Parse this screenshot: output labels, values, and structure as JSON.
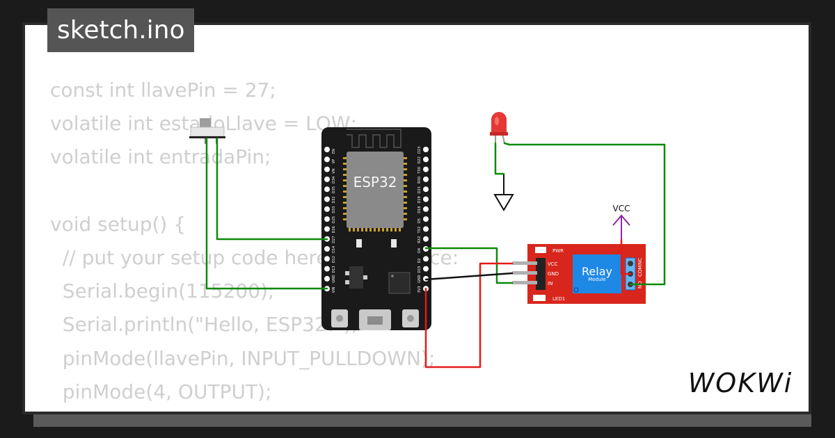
{
  "tab": {
    "filename": "sketch.ino"
  },
  "code_lines": [
    "const int llavePin = 27;",
    "volatile int estadoLlave = LOW;",
    "volatile int entradaPin;",
    "",
    "void setup() {",
    "  // put your setup code here, to run once:",
    "  Serial.begin(115200);",
    "  Serial.println(\"Hello, ESP32!\");",
    "  pinMode(llavePin, INPUT_PULLDOWN);",
    "  pinMode(4, OUTPUT);",
    "}"
  ],
  "board": {
    "name": "ESP32",
    "left_pins": [
      "EN",
      "VP",
      "VN",
      "D34",
      "D35",
      "D32",
      "D33",
      "D25",
      "D26",
      "D27",
      "D14",
      "D12",
      "D13",
      "GND",
      "VIN"
    ],
    "right_pins": [
      "D23",
      "D22",
      "TX0",
      "RX0",
      "D21",
      "D19",
      "D18",
      "D5",
      "TX2",
      "RX2",
      "D4",
      "D2",
      "D15",
      "GND",
      "3V3"
    ]
  },
  "relay": {
    "title": "Relay",
    "subtitle": "Module",
    "pin_labels": [
      "VCC",
      "GND",
      "IN"
    ],
    "led_labels": [
      "PWR",
      "LED1"
    ],
    "terminal_labels": [
      "NC",
      "COM",
      "NO"
    ]
  },
  "power_label": "VCC",
  "brand": "WOKWi",
  "colors": {
    "background": "#1b1b1b",
    "board": "#1a1a1a",
    "relay_pcb": "#d8261c",
    "relay_box": "#1e88e5",
    "wire_green": "#0a8a0a",
    "wire_red": "#e31b1b",
    "wire_black": "#111111",
    "vcc_arrow": "#8e24aa",
    "led": "#e53935"
  }
}
